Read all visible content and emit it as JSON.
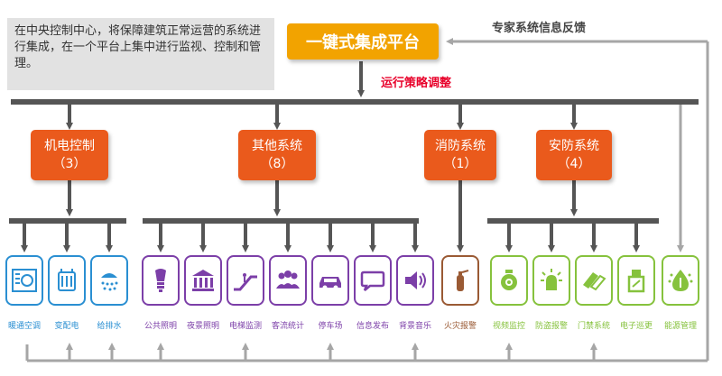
{
  "description": "在中央控制中心，将保障建筑正常运营的系统进行集成，在一个平台上集中进行监视、控制和管理。",
  "platform": "一键式集成平台",
  "expert_feedback": "专家系统信息反馈",
  "strategy_adjust": "运行策略调整",
  "systems": [
    {
      "name": "机电控制",
      "count": "（3）"
    },
    {
      "name": "其他系统",
      "count": "（8）"
    },
    {
      "name": "消防系统",
      "count": "（1）"
    },
    {
      "name": "安防系统",
      "count": "（4）"
    }
  ],
  "subsystems": [
    {
      "label": "暖通空调",
      "icon": "hvac-icon"
    },
    {
      "label": "变配电",
      "icon": "transformer-icon"
    },
    {
      "label": "给排水",
      "icon": "shower-icon"
    },
    {
      "label": "公共照明",
      "icon": "bulb-icon"
    },
    {
      "label": "夜景照明",
      "icon": "building-icon"
    },
    {
      "label": "电梯监测",
      "icon": "escalator-icon"
    },
    {
      "label": "客流统计",
      "icon": "people-icon"
    },
    {
      "label": "停车场",
      "icon": "car-icon"
    },
    {
      "label": "信息发布",
      "icon": "speech-bubble-icon"
    },
    {
      "label": "背景音乐",
      "icon": "speaker-icon"
    },
    {
      "label": "火灾报警",
      "icon": "fire-extinguisher-icon"
    },
    {
      "label": "视频监控",
      "icon": "camera-icon"
    },
    {
      "label": "防盗报警",
      "icon": "alarm-icon"
    },
    {
      "label": "门禁系统",
      "icon": "access-card-icon"
    },
    {
      "label": "电子巡更",
      "icon": "patrol-icon"
    },
    {
      "label": "能源管理",
      "icon": "energy-icon"
    }
  ],
  "colors": {
    "platform": "#f2a300",
    "system": "#ea5a1c",
    "line": "#555555",
    "feedback": "#a6a6a6",
    "blue": "#2a8fd2",
    "purple": "#7c3fa8",
    "brown": "#9a5a34",
    "green": "#86c23d",
    "red_text": "#e8002a"
  }
}
